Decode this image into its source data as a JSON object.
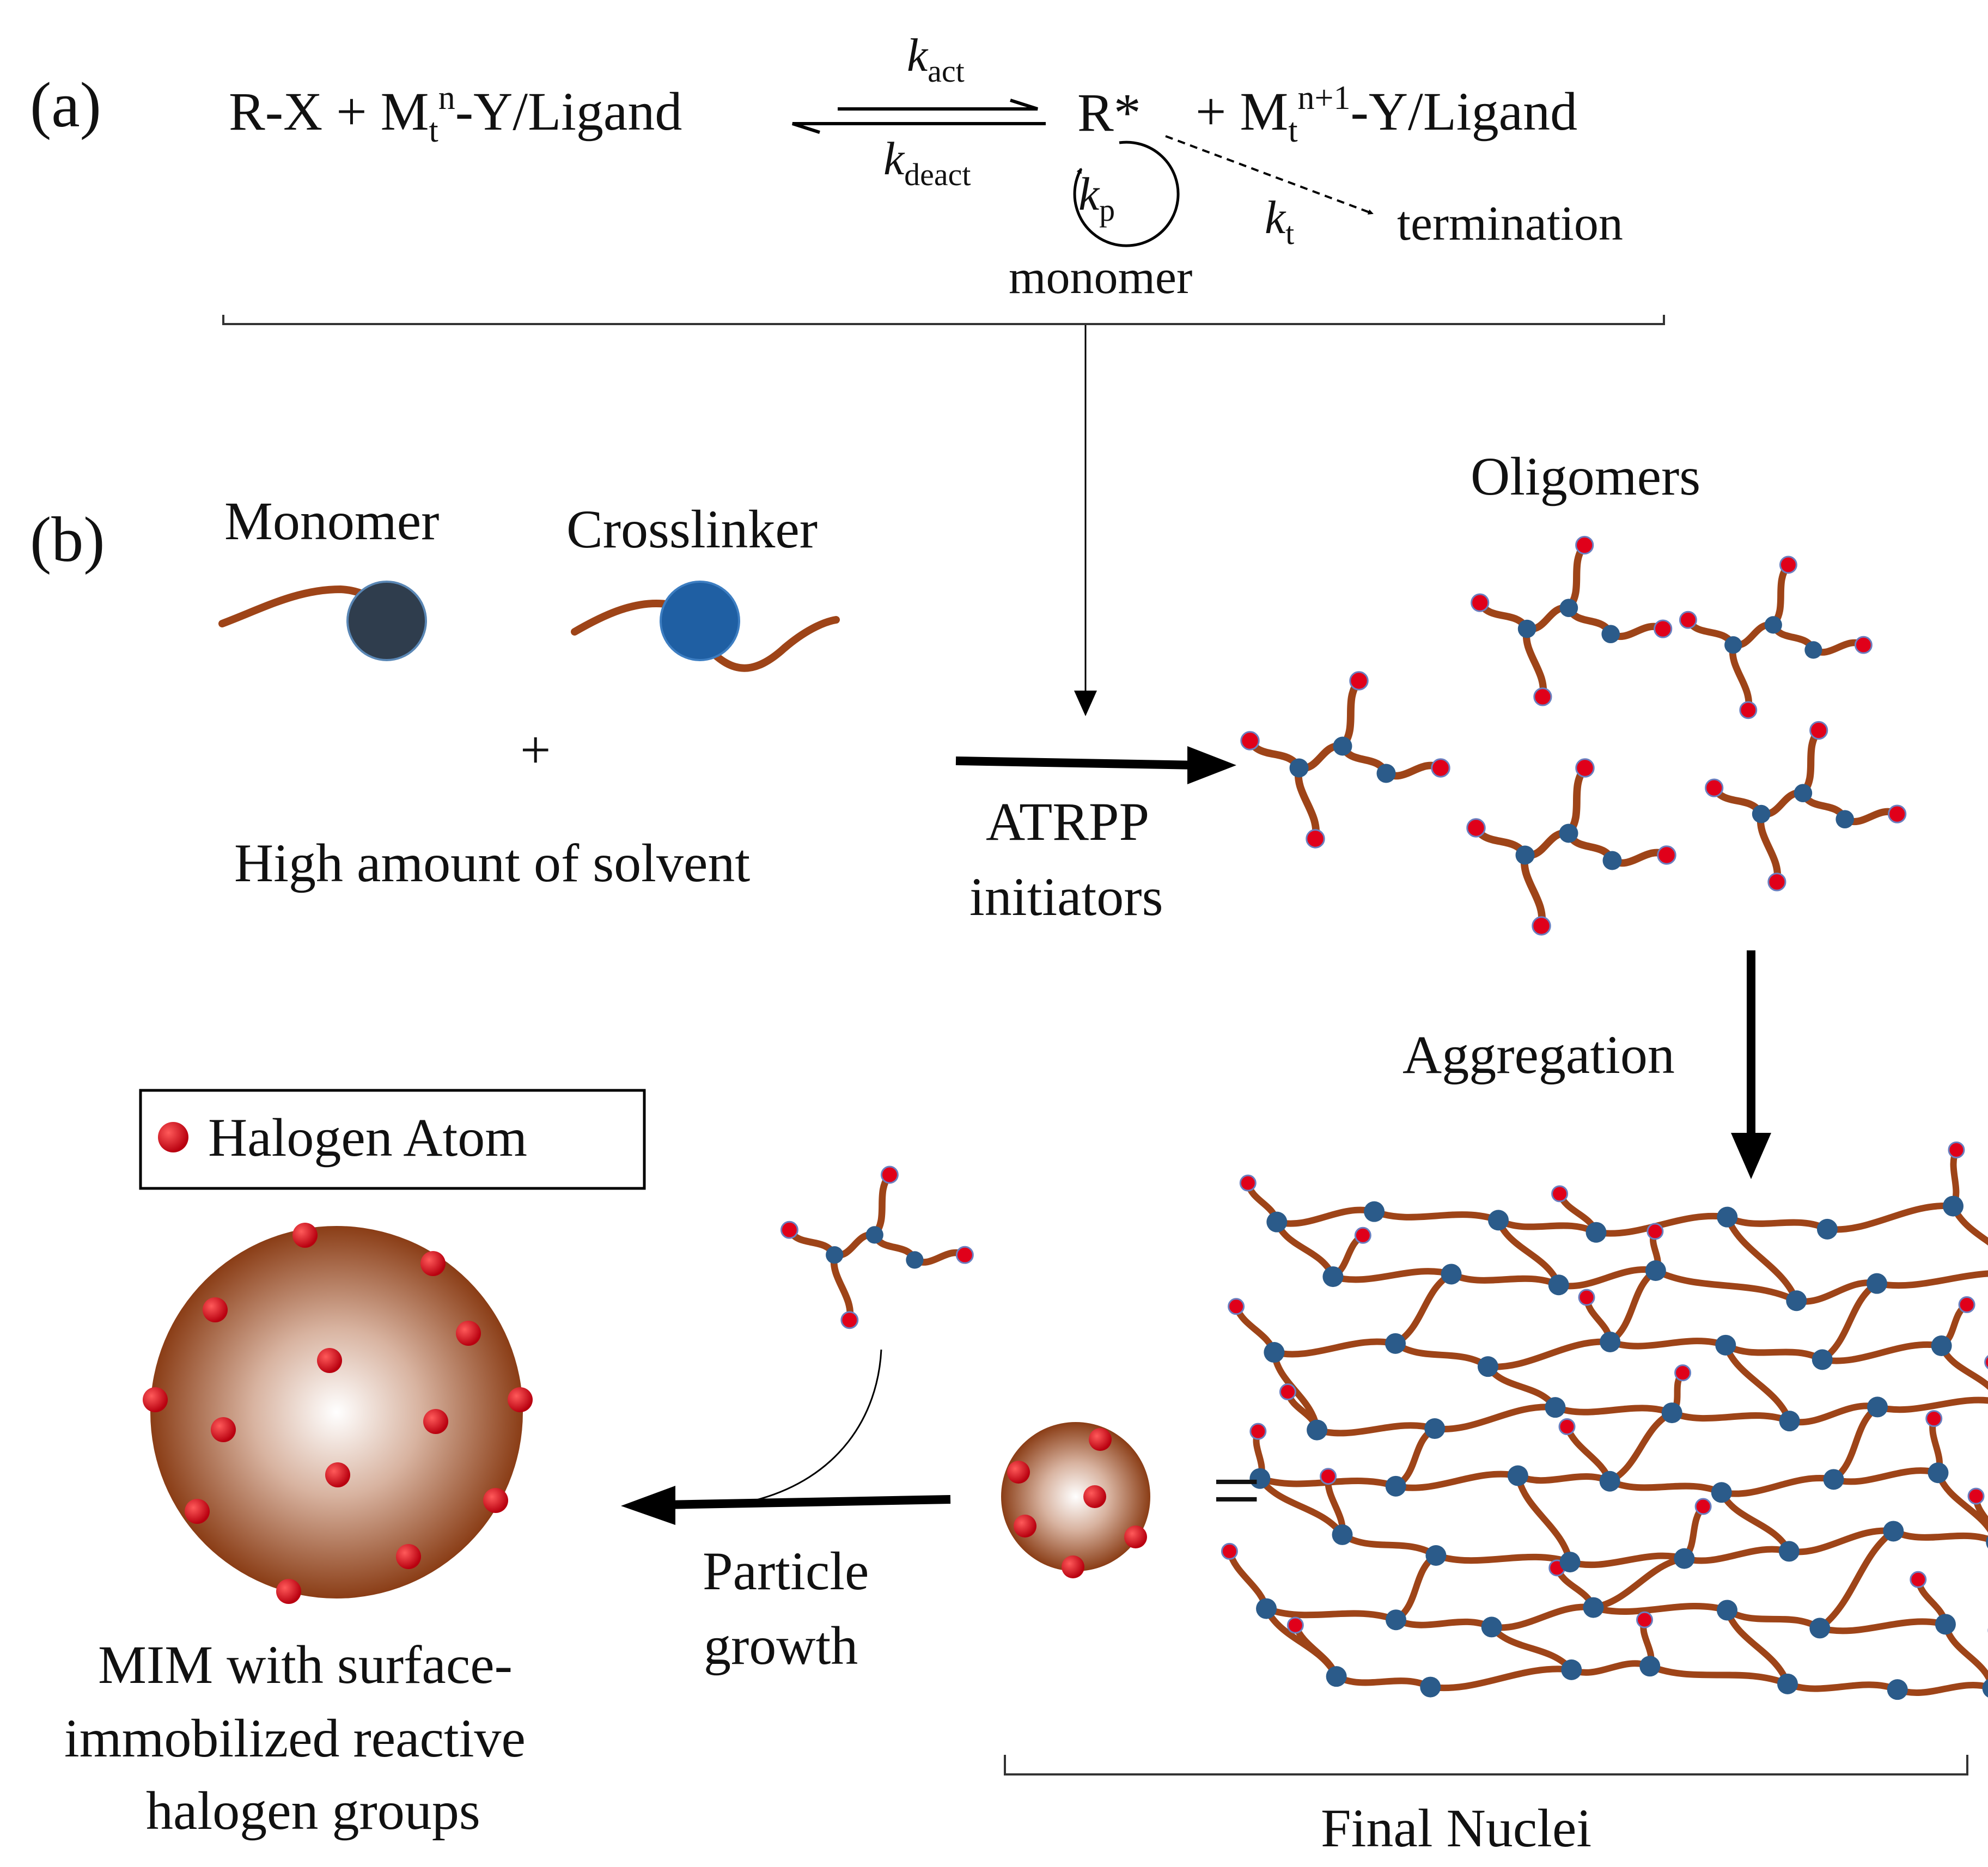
{
  "panel_a": {
    "label": "(a)",
    "reactant_rx": "R-X + M",
    "mt_sub": "t",
    "mt_n_sup": "n",
    "reactant_tail": "-Y/Ligand",
    "k_act": "k",
    "k_act_sub": "act",
    "k_deact": "k",
    "k_deact_sub": "deact",
    "radical": "R*",
    "product_head": "+ M",
    "product_sub": "t",
    "product_sup": "n+1",
    "product_tail": "-Y/Ligand",
    "kp": "k",
    "kp_sub": "p",
    "kt": "k",
    "kt_sub": "t",
    "termination": "termination",
    "monomer": "monomer"
  },
  "panel_b": {
    "label": "(b)",
    "monomer_title": "Monomer",
    "crosslinker_title": "Crosslinker",
    "plus": "+",
    "solvent": "High amount of solvent",
    "atrpp_line1": "ATRPP",
    "atrpp_line2": "initiators",
    "oligomers": "Oligomers",
    "aggregation": "Aggregation",
    "legend": "Halogen Atom",
    "particle_growth_line1": "Particle",
    "particle_growth_line2": "growth",
    "equals": "=",
    "final_nuclei": "Final Nuclei",
    "mim_line1": "MIM with surface-",
    "mim_line2": "immobilized reactive",
    "mim_line3": "halogen groups"
  },
  "colors": {
    "chain": "#9e4418",
    "unit_dark": "#2f3d4d",
    "unit_blue": "#1f5fa3",
    "node": "#2b5b8a",
    "halogen": "#e0001a",
    "sphere_edge": "#8a3d16"
  }
}
